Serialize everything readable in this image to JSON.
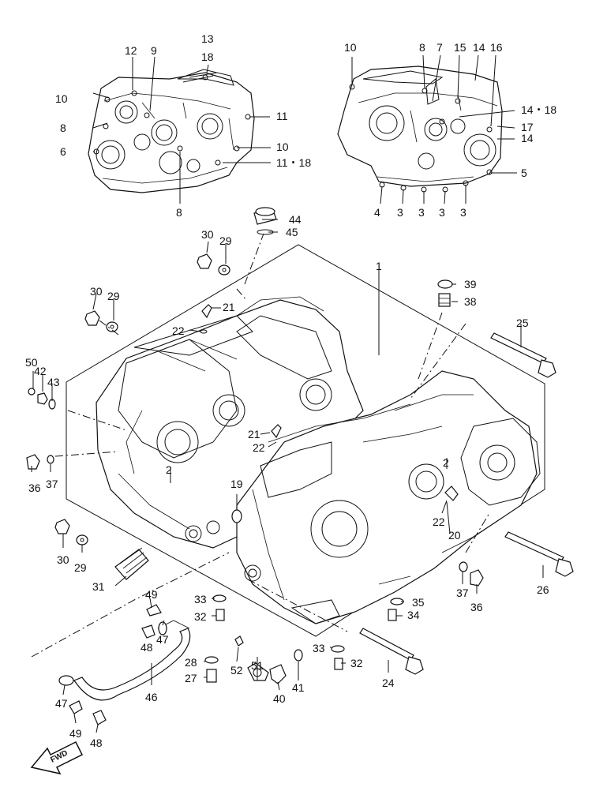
{
  "diagram": {
    "fwd_label": "FWD",
    "callouts": [
      {
        "id": "c13",
        "text": "13"
      },
      {
        "id": "c18a",
        "text": "18"
      },
      {
        "id": "c12",
        "text": "12"
      },
      {
        "id": "c9a",
        "text": "9"
      },
      {
        "id": "c10a",
        "text": "10"
      },
      {
        "id": "c8a",
        "text": "8"
      },
      {
        "id": "c6",
        "text": "6"
      },
      {
        "id": "c11a",
        "text": "11"
      },
      {
        "id": "c10b",
        "text": "10"
      },
      {
        "id": "c11_18",
        "text": "11・18"
      },
      {
        "id": "c8b",
        "text": "8"
      },
      {
        "id": "c10c",
        "text": "10"
      },
      {
        "id": "c8c",
        "text": "8"
      },
      {
        "id": "c7",
        "text": "7"
      },
      {
        "id": "c15",
        "text": "15"
      },
      {
        "id": "c14a",
        "text": "14"
      },
      {
        "id": "c16",
        "text": "16"
      },
      {
        "id": "c14_18",
        "text": "14・18"
      },
      {
        "id": "c17",
        "text": "17"
      },
      {
        "id": "c14b",
        "text": "14"
      },
      {
        "id": "c5",
        "text": "5"
      },
      {
        "id": "c4",
        "text": "4"
      },
      {
        "id": "c3a",
        "text": "3"
      },
      {
        "id": "c3b",
        "text": "3"
      },
      {
        "id": "c3c",
        "text": "3"
      },
      {
        "id": "c3d",
        "text": "3"
      },
      {
        "id": "c44",
        "text": "44"
      },
      {
        "id": "c45",
        "text": "45"
      },
      {
        "id": "c30a",
        "text": "30"
      },
      {
        "id": "c29a",
        "text": "29"
      },
      {
        "id": "c1",
        "text": "1"
      },
      {
        "id": "c39",
        "text": "39"
      },
      {
        "id": "c38",
        "text": "38"
      },
      {
        "id": "c30b",
        "text": "30"
      },
      {
        "id": "c29b",
        "text": "29"
      },
      {
        "id": "c21a",
        "text": "21"
      },
      {
        "id": "c22a",
        "text": "22"
      },
      {
        "id": "c25",
        "text": "25"
      },
      {
        "id": "c50",
        "text": "50"
      },
      {
        "id": "c42",
        "text": "42"
      },
      {
        "id": "c43",
        "text": "43"
      },
      {
        "id": "c21b",
        "text": "21"
      },
      {
        "id": "c22b",
        "text": "22"
      },
      {
        "id": "c2a",
        "text": "2"
      },
      {
        "id": "c2b",
        "text": "2"
      },
      {
        "id": "c36a",
        "text": "36"
      },
      {
        "id": "c37a",
        "text": "37"
      },
      {
        "id": "c19",
        "text": "19"
      },
      {
        "id": "c22c",
        "text": "22"
      },
      {
        "id": "c20",
        "text": "20"
      },
      {
        "id": "c30c",
        "text": "30"
      },
      {
        "id": "c29c",
        "text": "29"
      },
      {
        "id": "c31",
        "text": "31"
      },
      {
        "id": "c37b",
        "text": "37"
      },
      {
        "id": "c36b",
        "text": "36"
      },
      {
        "id": "c26",
        "text": "26"
      },
      {
        "id": "c49a",
        "text": "49"
      },
      {
        "id": "c33a",
        "text": "33"
      },
      {
        "id": "c32a",
        "text": "32"
      },
      {
        "id": "c35",
        "text": "35"
      },
      {
        "id": "c34",
        "text": "34"
      },
      {
        "id": "c48a",
        "text": "48"
      },
      {
        "id": "c47a",
        "text": "47"
      },
      {
        "id": "c28",
        "text": "28"
      },
      {
        "id": "c27",
        "text": "27"
      },
      {
        "id": "c52",
        "text": "52"
      },
      {
        "id": "c51",
        "text": "51"
      },
      {
        "id": "c33b",
        "text": "33"
      },
      {
        "id": "c32b",
        "text": "32"
      },
      {
        "id": "c41",
        "text": "41"
      },
      {
        "id": "c40",
        "text": "40"
      },
      {
        "id": "c24",
        "text": "24"
      },
      {
        "id": "c46",
        "text": "46"
      },
      {
        "id": "c47b",
        "text": "47"
      },
      {
        "id": "c49b",
        "text": "49"
      },
      {
        "id": "c48b",
        "text": "48"
      }
    ]
  }
}
